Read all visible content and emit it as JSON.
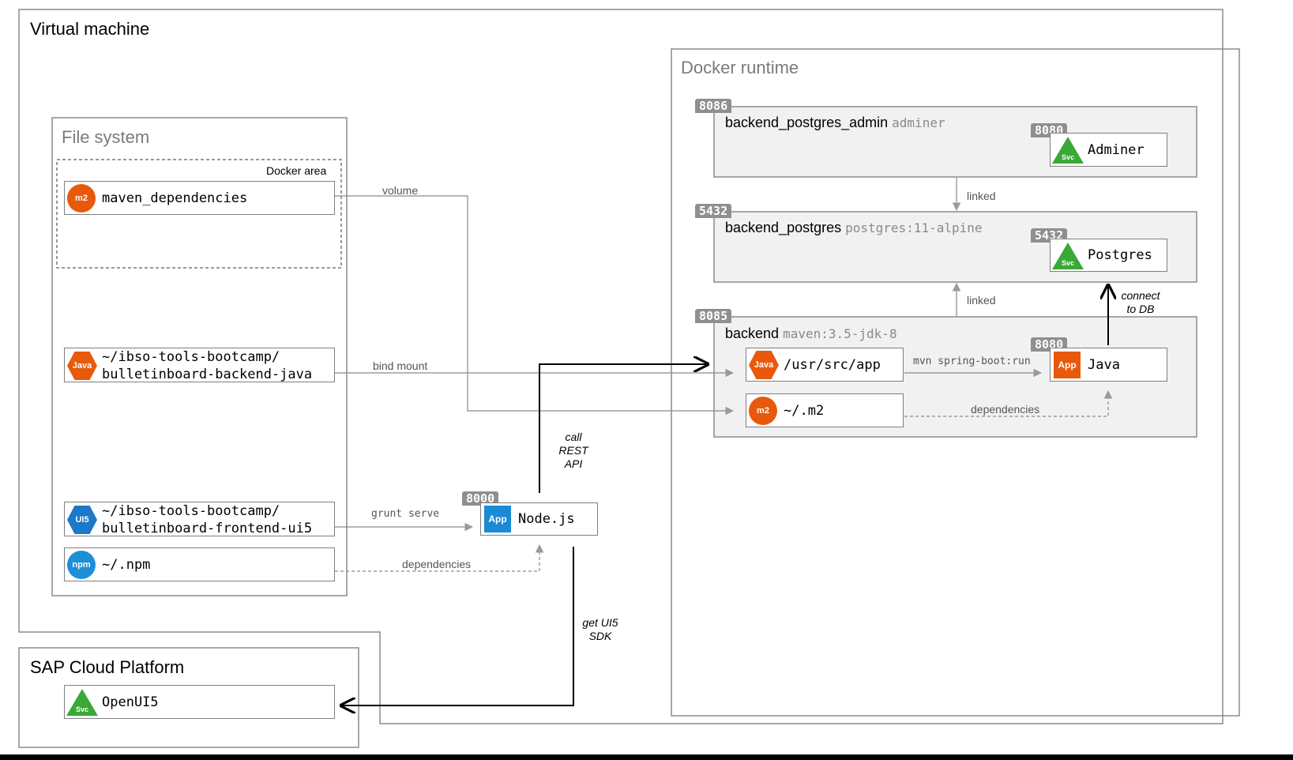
{
  "regions": {
    "vm": "Virtual machine",
    "docker": "Docker runtime",
    "fs": "File system",
    "docker_area": "Docker area",
    "sap": "SAP Cloud Platform"
  },
  "fs_nodes": {
    "maven": {
      "badge": "m2",
      "label": "maven_dependencies"
    },
    "java": {
      "badge": "Java",
      "label": "~/ibso-tools-bootcamp/\nbulletinboard-backend-java"
    },
    "ui5": {
      "badge": "UI5",
      "label": "~/ibso-tools-bootcamp/\nbulletinboard-frontend-ui5"
    },
    "npm": {
      "badge": "npm",
      "label": "~/.npm"
    }
  },
  "sap_node": {
    "badge": "Svc",
    "label": "OpenUI5"
  },
  "node_app": {
    "badge": "App",
    "label": "Node.js",
    "port": "8000"
  },
  "containers": {
    "admin": {
      "port": "8086",
      "name": "backend_postgres_admin",
      "image": "adminer",
      "service": {
        "port": "8080",
        "badge": "Svc",
        "label": "Adminer"
      }
    },
    "postgres": {
      "port": "5432",
      "name": "backend_postgres",
      "image": "postgres:11-alpine",
      "service": {
        "port": "5432",
        "badge": "Svc",
        "label": "Postgres"
      }
    },
    "backend": {
      "port": "8085",
      "name": "backend",
      "image": "maven:3.5-jdk-8",
      "src": {
        "badge": "Java",
        "label": "/usr/src/app"
      },
      "m2": {
        "badge": "m2",
        "label": "~/.m2"
      },
      "app": {
        "port": "8080",
        "badge": "App",
        "label": "Java"
      }
    }
  },
  "edges": {
    "volume": "volume",
    "bind_mount": "bind mount",
    "grunt": "grunt serve",
    "npm_deps": "dependencies",
    "call_rest": "call\nREST\nAPI",
    "get_sdk": "get UI5\nSDK",
    "linked1": "linked",
    "linked2": "linked",
    "connect_db": "connect\nto DB",
    "mvn": "mvn spring-boot:run",
    "m2_deps": "dependencies"
  },
  "colors": {
    "orange": "#e8590c",
    "blue_app": "#1a8ad4",
    "npm_blue": "#1c8fd6",
    "green": "#3aa935",
    "container_bg": "#f1f1f1",
    "border": "#8c8c8c"
  }
}
